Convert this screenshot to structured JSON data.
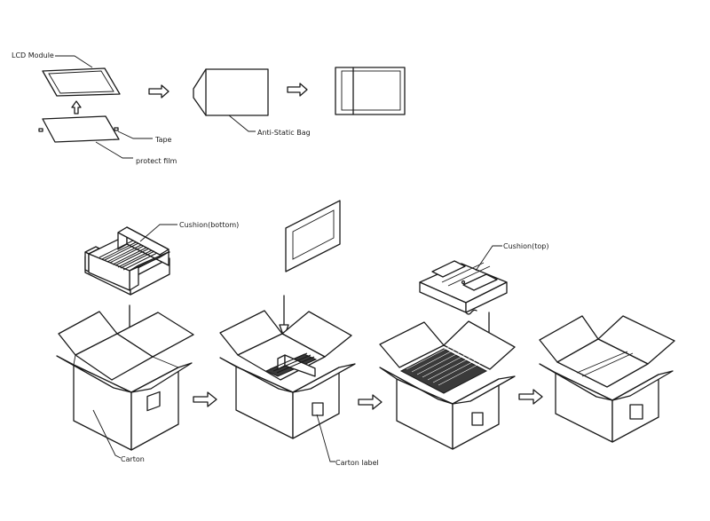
{
  "labels": {
    "lcd_module": "LCD Module",
    "tape": "Tape",
    "protect_film": "protect film",
    "anti_static_bag": "Anti-Static Bag",
    "cushion_bottom": "Cushion(bottom)",
    "cushion_top": "Cushion(top)",
    "carton": "Carton",
    "carton_label": "Carton label"
  }
}
